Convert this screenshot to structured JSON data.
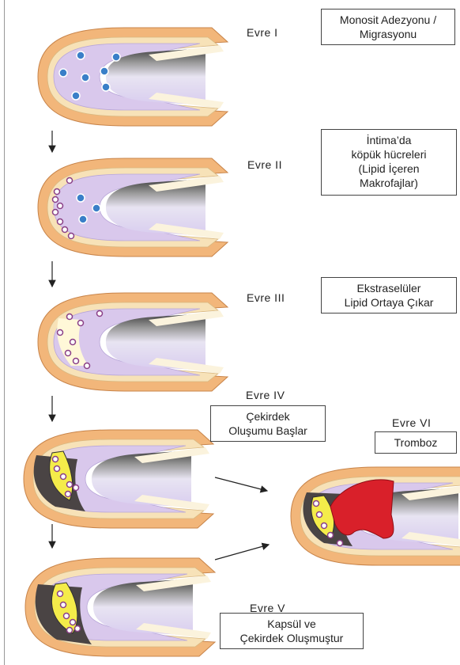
{
  "stages": [
    {
      "label": "Evre I",
      "caption": [
        "Monosit Adezyonu /",
        "Migrasyonu"
      ]
    },
    {
      "label": "Evre II",
      "caption": [
        "İntima’da",
        "köpük hücreleri",
        "(Lipid İçeren",
        "Makrofajlar)"
      ]
    },
    {
      "label": "Evre III",
      "caption": [
        "Ekstraselüler",
        "Lipid Ortaya Çıkar"
      ]
    },
    {
      "label": "Evre IV",
      "caption": [
        "Çekirdek",
        "Oluşumu Başlar"
      ]
    },
    {
      "label": "Evre V",
      "caption": [
        "Kapsül ve",
        "Çekirdek Oluşmuştur"
      ]
    },
    {
      "label": "Evre VI",
      "caption": [
        "Tromboz"
      ]
    }
  ],
  "colors": {
    "adventitia": "#f2b67a",
    "media": "#f7e2b8",
    "intima": "#d9c8ec",
    "lumen": "#e9e1f6",
    "monocyte": "#3a7fc8",
    "foam_cell": "#8a3f86",
    "lipid_core": "#f4ec4a",
    "necrotic": "#4a4444",
    "thrombus": "#d9202a"
  }
}
